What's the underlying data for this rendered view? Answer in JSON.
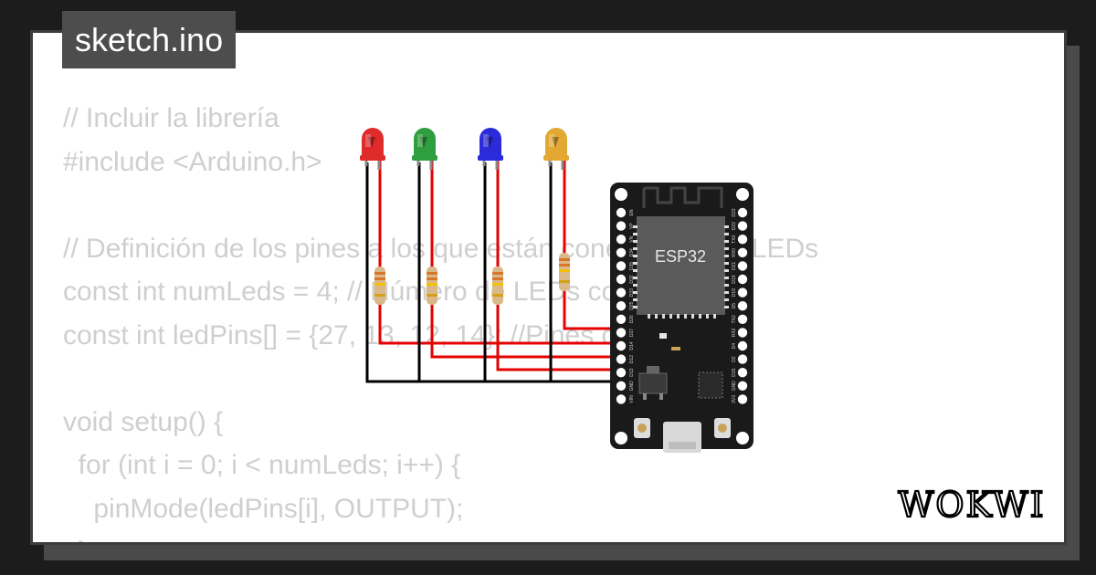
{
  "tab": {
    "title": "sketch.ino"
  },
  "code": {
    "lines": [
      "// Incluir la librería",
      "#include <Arduino.h>",
      "",
      "// Definición de los pines a los que están conectados los LEDs",
      "const int numLeds = 4; // Número de LEDs conectados",
      "const int ledPins[] = {27, 13, 12, 14}; //Pines conectados",
      "",
      "void setup() {",
      "  for (int i = 0; i < numLeds; i++) {",
      "    pinMode(ledPins[i], OUTPUT);",
      "  }"
    ]
  },
  "board": {
    "chip_label": "ESP32",
    "left_pins": [
      "EN",
      "VP",
      "VN",
      "D34",
      "D35",
      "D32",
      "D33",
      "D25",
      "D26",
      "D27",
      "D14",
      "D12",
      "D13",
      "GND",
      "VIN"
    ],
    "right_pins": [
      "D23",
      "D22",
      "TX0",
      "RX0",
      "D21",
      "D19",
      "D18",
      "D5",
      "TX2",
      "RX2",
      "D4",
      "D2",
      "D15",
      "GND",
      "3V3"
    ]
  },
  "leds": [
    {
      "color_name": "red",
      "color": "#e02b2b"
    },
    {
      "color_name": "green",
      "color": "#2e9e3e"
    },
    {
      "color_name": "blue",
      "color": "#2b2bd9"
    },
    {
      "color_name": "yellow",
      "color": "#e3a833"
    }
  ],
  "wire_colors": {
    "signal": "#e60000",
    "ground": "#000000"
  },
  "brand": {
    "name": "WOKWI"
  }
}
